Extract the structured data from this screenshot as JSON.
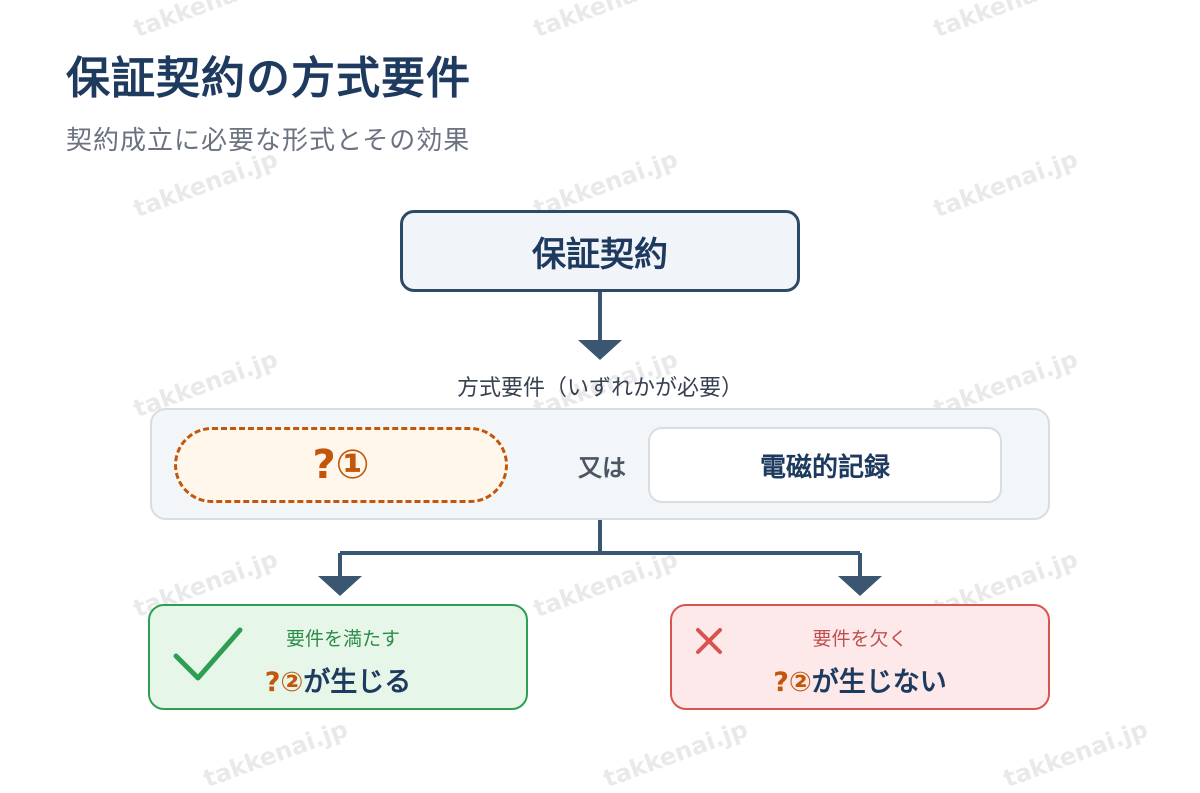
{
  "title": "保証契約の方式要件",
  "subtitle": "契約成立に必要な形式とその効果",
  "watermark": "takkenai.jp",
  "root_node": {
    "label": "保証契約"
  },
  "method": {
    "caption": "方式要件（いずれかが必要）",
    "blank_label": "?①",
    "connector": "又は",
    "alternative_label": "電磁的記録"
  },
  "outcomes": {
    "satisfied": {
      "condition": "要件を満たす",
      "blank": "?②",
      "effect_suffix": "が生じる",
      "icon": "check-icon"
    },
    "missing": {
      "condition": "要件を欠く",
      "blank": "?②",
      "effect_suffix": "が生じない",
      "icon": "x-icon"
    }
  },
  "colors": {
    "navy": "#1e3a5f",
    "blank_orange": "#c2570c",
    "success_green": "#2e9e53",
    "fail_red": "#d9534f",
    "connector_line": "#3a5670"
  }
}
